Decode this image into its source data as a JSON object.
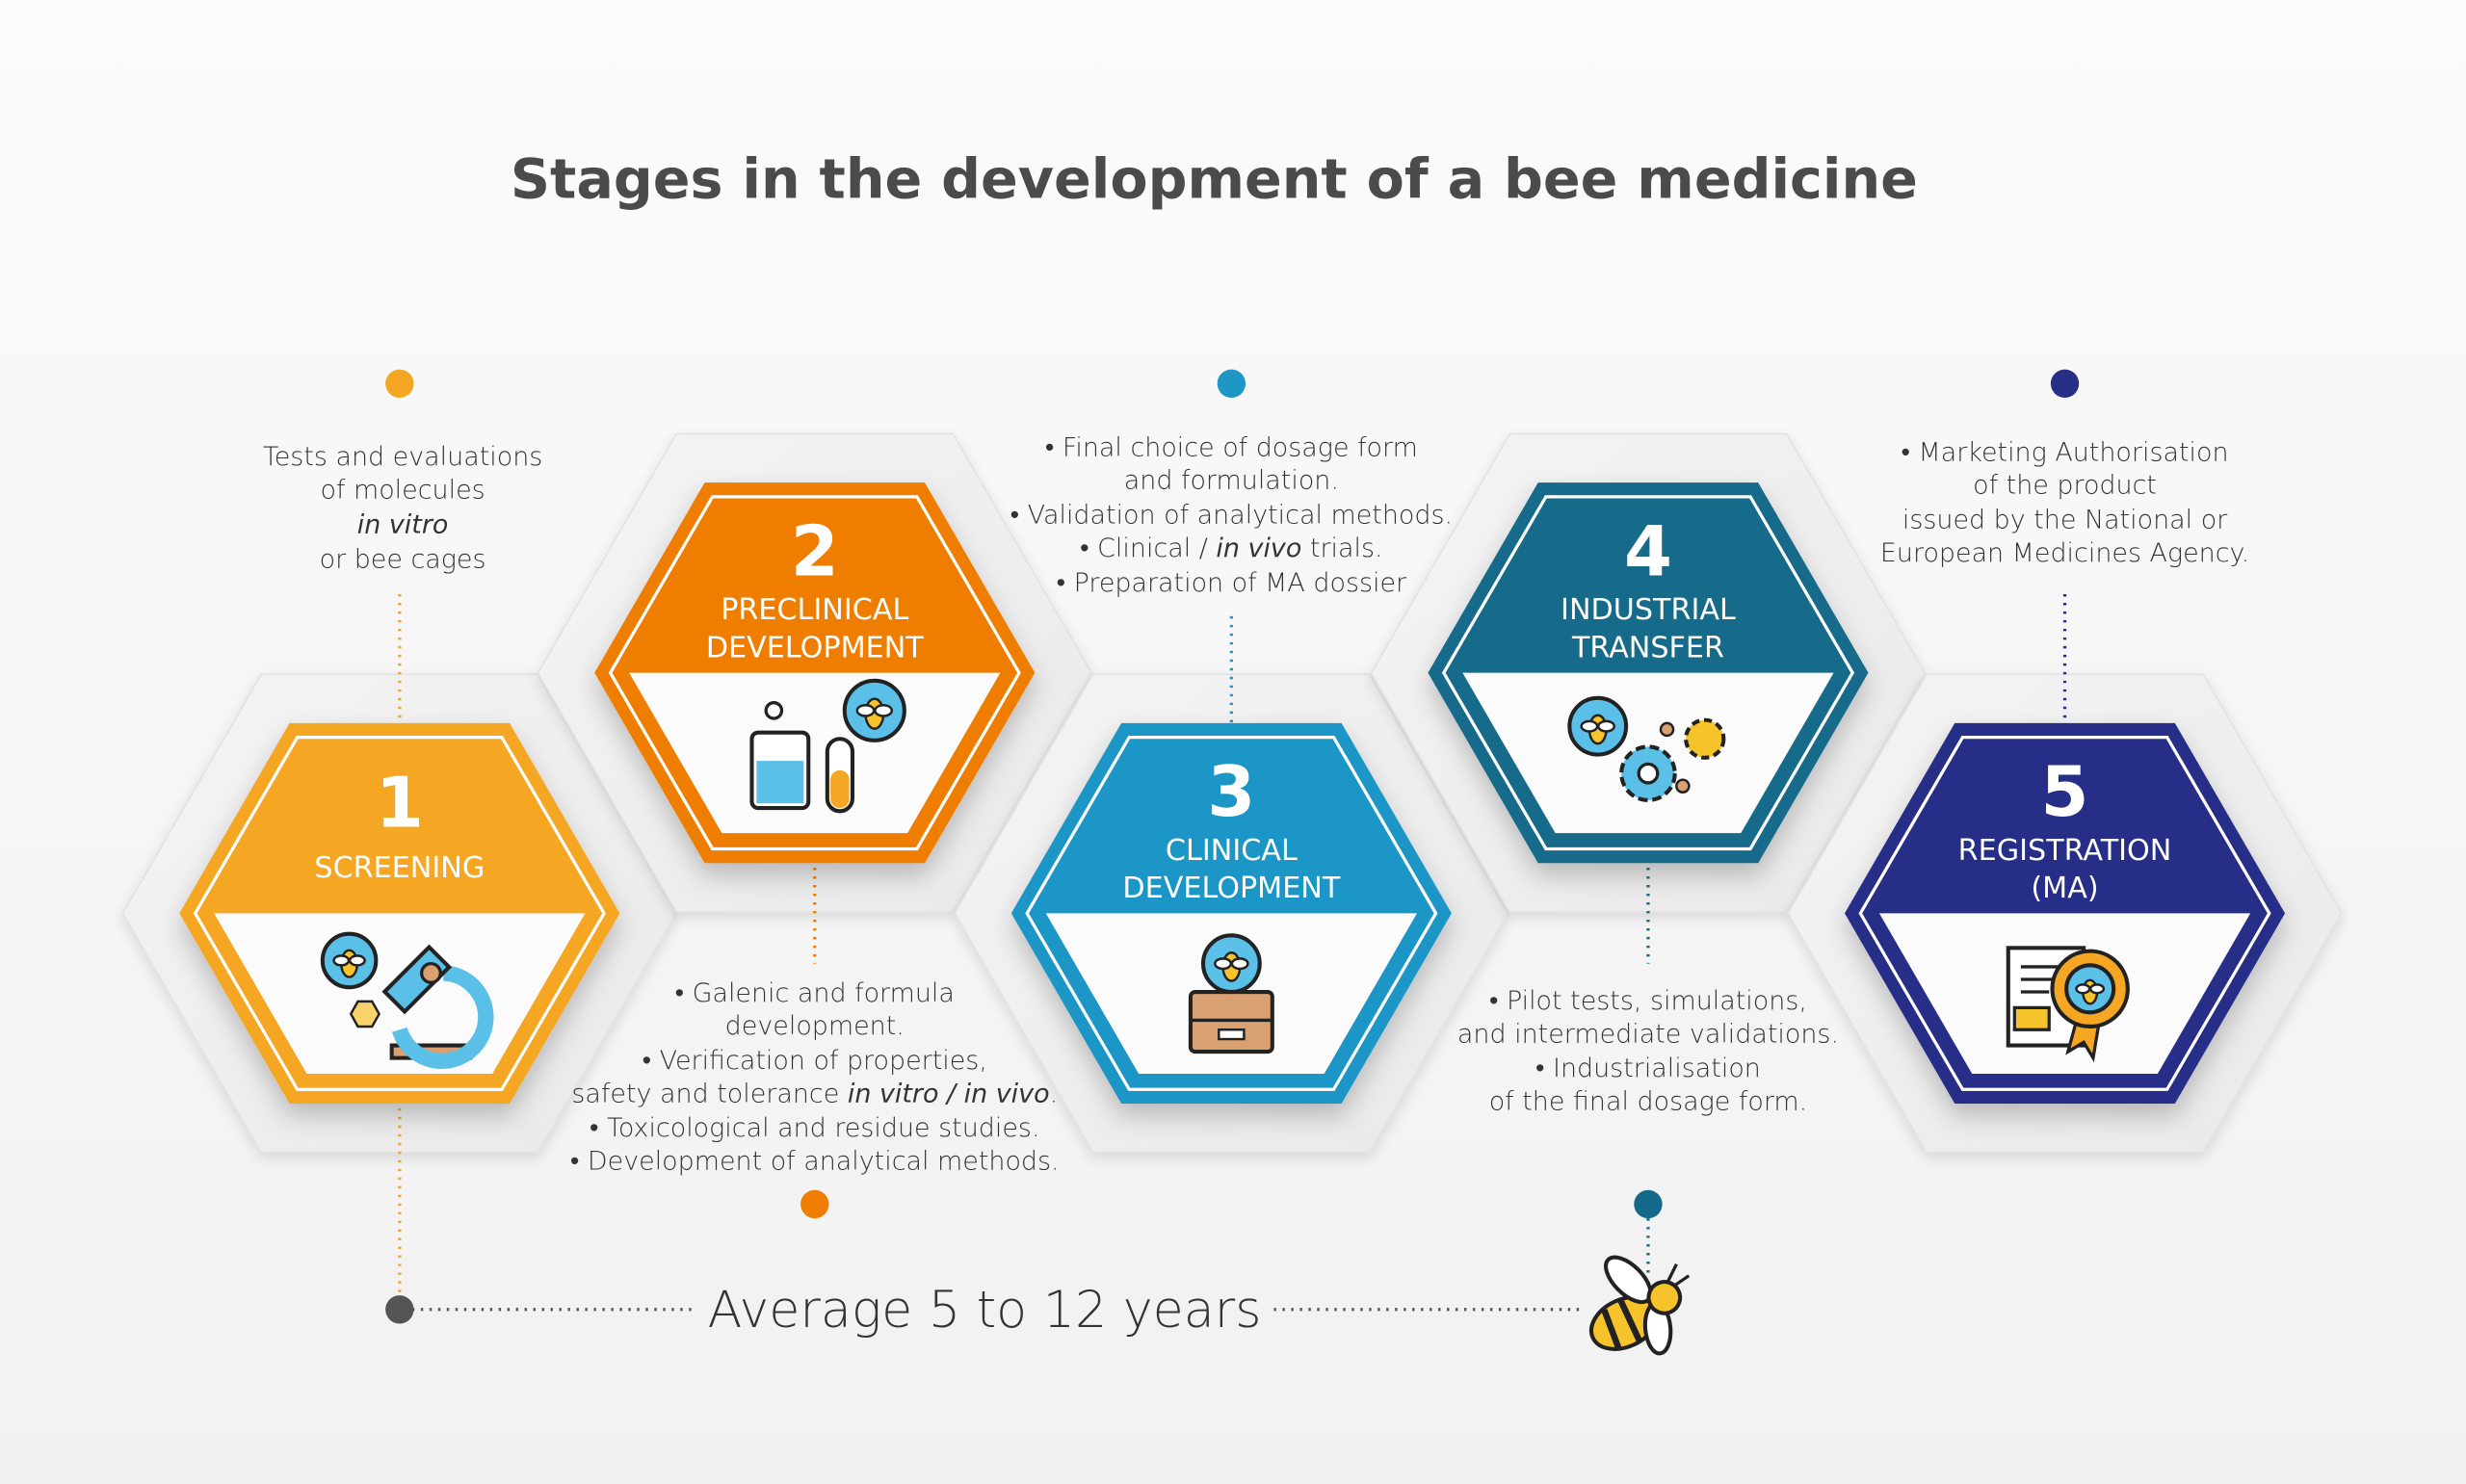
{
  "title": "Stages in the development of a bee medicine",
  "colors": {
    "stage1": "#F5A623",
    "stage2": "#EF7D00",
    "stage3": "#1E96C6",
    "stage4": "#146A8A",
    "stage5": "#272F87",
    "timeline": "#555555"
  },
  "stages": [
    {
      "number": "1",
      "label": [
        "SCREENING"
      ],
      "icon": "microscope-bee-icon",
      "description": [
        [
          {
            "t": "Tests and evaluations",
            "i": false
          }
        ],
        [
          {
            "t": "of molecules",
            "i": false
          }
        ],
        [
          {
            "t": "in vitro",
            "i": true
          }
        ],
        [
          {
            "t": "or bee cages",
            "i": false
          }
        ]
      ]
    },
    {
      "number": "2",
      "label": [
        "PRECLINICAL",
        "DEVELOPMENT"
      ],
      "icon": "lab-tubes-bee-icon",
      "description": [
        [
          {
            "t": "• Galenic and formula",
            "i": false
          }
        ],
        [
          {
            "t": "development.",
            "i": false
          }
        ],
        [
          {
            "t": "• Verification of properties,",
            "i": false
          }
        ],
        [
          {
            "t": "safety and tolerance ",
            "i": false
          },
          {
            "t": "in vitro / in vivo",
            "i": true
          },
          {
            "t": ".",
            "i": false
          }
        ],
        [
          {
            "t": "• Toxicological and residue studies.",
            "i": false
          }
        ],
        [
          {
            "t": "• Development of analytical methods.",
            "i": false
          }
        ]
      ]
    },
    {
      "number": "3",
      "label": [
        "CLINICAL",
        "DEVELOPMENT"
      ],
      "icon": "beehive-icon",
      "description": [
        [
          {
            "t": "• Final choice of dosage form",
            "i": false
          }
        ],
        [
          {
            "t": "and formulation.",
            "i": false
          }
        ],
        [
          {
            "t": "• Validation of analytical methods.",
            "i": false
          }
        ],
        [
          {
            "t": "• Clinical / ",
            "i": false
          },
          {
            "t": "in vivo",
            "i": true
          },
          {
            "t": " trials.",
            "i": false
          }
        ],
        [
          {
            "t": "• Preparation of MA dossier",
            "i": false
          }
        ]
      ]
    },
    {
      "number": "4",
      "label": [
        "INDUSTRIAL",
        "TRANSFER"
      ],
      "icon": "gears-bee-icon",
      "description": [
        [
          {
            "t": "• Pilot tests, simulations,",
            "i": false
          }
        ],
        [
          {
            "t": "and intermediate validations.",
            "i": false
          }
        ],
        [
          {
            "t": "• Industrialisation",
            "i": false
          }
        ],
        [
          {
            "t": "of the final dosage form.",
            "i": false
          }
        ]
      ]
    },
    {
      "number": "5",
      "label": [
        "REGISTRATION",
        "(MA)"
      ],
      "icon": "certificate-bee-icon",
      "description": [
        [
          {
            "t": "• Marketing Authorisation",
            "i": false
          }
        ],
        [
          {
            "t": "of the product",
            "i": false
          }
        ],
        [
          {
            "t": "issued by the National or",
            "i": false
          }
        ],
        [
          {
            "t": "European Medicines Agency.",
            "i": false
          }
        ]
      ]
    }
  ],
  "timeline": {
    "label": "Average 5 to 12 years",
    "icon": "bee-icon"
  }
}
